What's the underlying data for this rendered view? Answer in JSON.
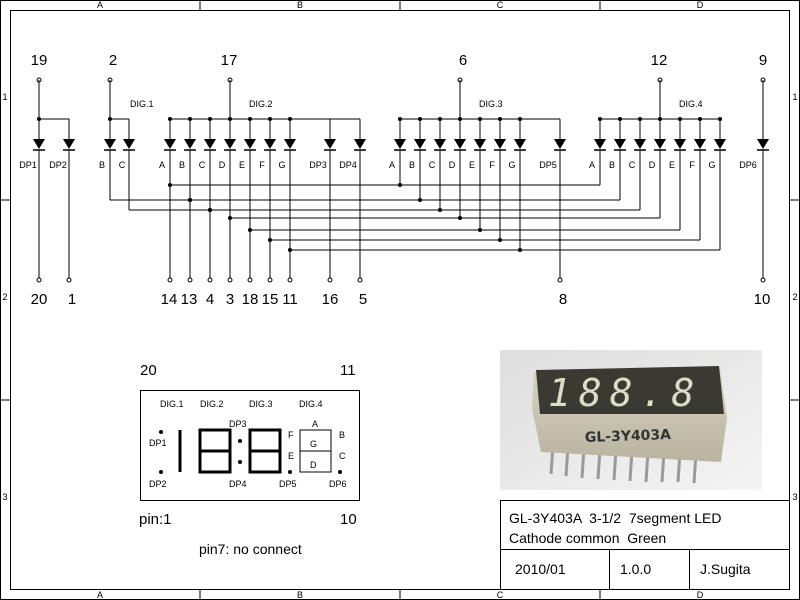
{
  "frame": {
    "cols": [
      "A",
      "B",
      "C",
      "D"
    ],
    "rows": [
      "1",
      "2",
      "3"
    ]
  },
  "top_pins": [
    "19",
    "2",
    "17",
    "6",
    "12",
    "9"
  ],
  "bottom_pins": [
    "20",
    "1",
    "14",
    "13",
    "4",
    "3",
    "18",
    "15",
    "11",
    "16",
    "5",
    "8",
    "10"
  ],
  "digit_groups": [
    "DIG.1",
    "DIG.2",
    "DIG.3",
    "DIG.4"
  ],
  "led_labels": {
    "dp1": "DP1",
    "dp2": "DP2",
    "d1": [
      "B",
      "C"
    ],
    "d2": [
      "A",
      "B",
      "C",
      "D",
      "E",
      "F",
      "G"
    ],
    "dp3": "DP3",
    "dp4": "DP4",
    "d3": [
      "A",
      "B",
      "C",
      "D",
      "E",
      "F",
      "G"
    ],
    "dp5": "DP5",
    "d4": [
      "A",
      "B",
      "C",
      "D",
      "E",
      "F",
      "G"
    ],
    "dp6": "DP6"
  },
  "display": {
    "pin_top_left": "20",
    "pin_top_right": "11",
    "pin_bottom_left": "pin:1",
    "pin_bottom_right": "10",
    "digits": [
      "DIG.1",
      "DIG.2",
      "DIG.3",
      "DIG.4"
    ],
    "dp_labels": [
      "DP1",
      "DP2",
      "DP3",
      "DP4",
      "DP5",
      "DP6"
    ],
    "segment_letters": [
      "A",
      "B",
      "C",
      "D",
      "E",
      "F",
      "G"
    ]
  },
  "note": "pin7: no connect",
  "photo": {
    "caption": "GL-3Y403A",
    "digits_text": "188.8"
  },
  "title_block": {
    "line1": "GL-3Y403A  3-1/2  7segment LED",
    "line2": "Cathode common  Green",
    "date": "2010/01",
    "version": "1.0.0",
    "author": "J.Sugita"
  }
}
